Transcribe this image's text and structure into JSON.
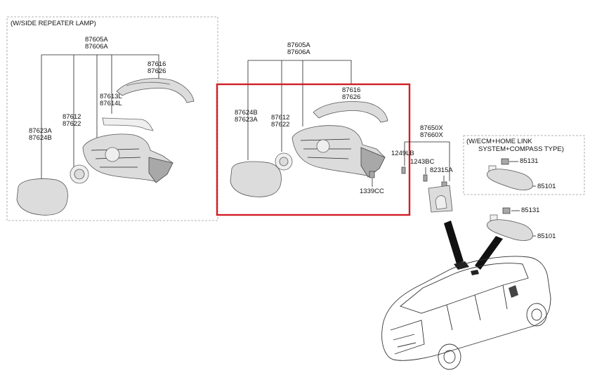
{
  "panels": {
    "side_repeater": {
      "title": "(W/SIDE REPEATER LAMP)"
    },
    "ecm_home_link": {
      "title_line1": "(W/ECM+HOME LINK",
      "title_line2": "SYSTEM+COMPASS TYPE)"
    }
  },
  "left_labels": {
    "assembly_a": "87605A",
    "assembly_b": "87606A",
    "cover_a": "87616",
    "cover_b": "87626",
    "repeater_a": "87613L",
    "repeater_b": "87614L",
    "actuator_a": "87612",
    "actuator_b": "87622",
    "glass_a": "87623A",
    "glass_b": "87624B"
  },
  "center_labels": {
    "assembly_a": "87605A",
    "assembly_b": "87606A",
    "cover_a": "87616",
    "cover_b": "87626",
    "actuator_a": "87612",
    "actuator_b": "87622",
    "glass_a": "87624B",
    "glass_b": "87623A",
    "screw": "1339CC"
  },
  "right_labels": {
    "trim_a": "87650X",
    "trim_b": "87660X",
    "bolt_a": "1249LB",
    "bolt_b": "1243BC",
    "clip": "82315A",
    "ecm_cover": "85131",
    "ecm_mirror": "85101",
    "std_cover": "85131",
    "std_mirror": "85101"
  },
  "colors": {
    "highlight": "#d01f26",
    "part_fill": "#dcdcdc",
    "dashed_border": "#9a9a9a"
  }
}
